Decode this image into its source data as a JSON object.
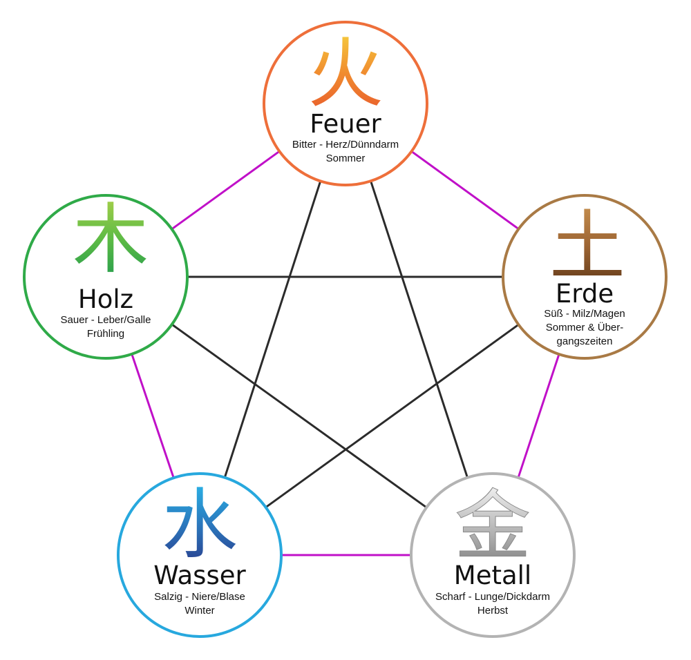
{
  "colors": {
    "generating_cycle": "#c010c8",
    "control_cycle": "#2b2b2b"
  },
  "elements": {
    "feuer": {
      "glyph": "火",
      "title": "Feuer",
      "lines": [
        "Bitter - Herz/Dünndarm",
        "Sommer"
      ],
      "border_color": "#ee6f3a",
      "glyph_colors": [
        "#f6cf3e",
        "#f08b2f",
        "#e8572c"
      ]
    },
    "erde": {
      "glyph": "土",
      "title": "Erde",
      "lines": [
        "Süß - Milz/Magen",
        "Sommer & Über-",
        "gangszeiten"
      ],
      "border_color": "#a97a45",
      "glyph_colors": [
        "#c7904f",
        "#9c6433",
        "#5b3516"
      ]
    },
    "metall": {
      "glyph": "金",
      "title": "Metall",
      "lines": [
        "Scharf - Lunge/Dickdarm",
        "Herbst"
      ],
      "border_color": "#b3b3b3",
      "glyph_colors": [
        "#f5f5f5",
        "#bcbcbc",
        "#7d7d7d"
      ]
    },
    "wasser": {
      "glyph": "水",
      "title": "Wasser",
      "lines": [
        "Salzig - Niere/Blase",
        "Winter"
      ],
      "border_color": "#27a8de",
      "glyph_colors": [
        "#29b5e8",
        "#2b78bd",
        "#2a3a8a"
      ]
    },
    "holz": {
      "glyph": "木",
      "title": "Holz",
      "lines": [
        "Sauer - Leber/Galle",
        "Frühling"
      ],
      "border_color": "#2faa48",
      "glyph_colors": [
        "#a8d04a",
        "#5dbb45",
        "#1f9a4e"
      ]
    }
  }
}
